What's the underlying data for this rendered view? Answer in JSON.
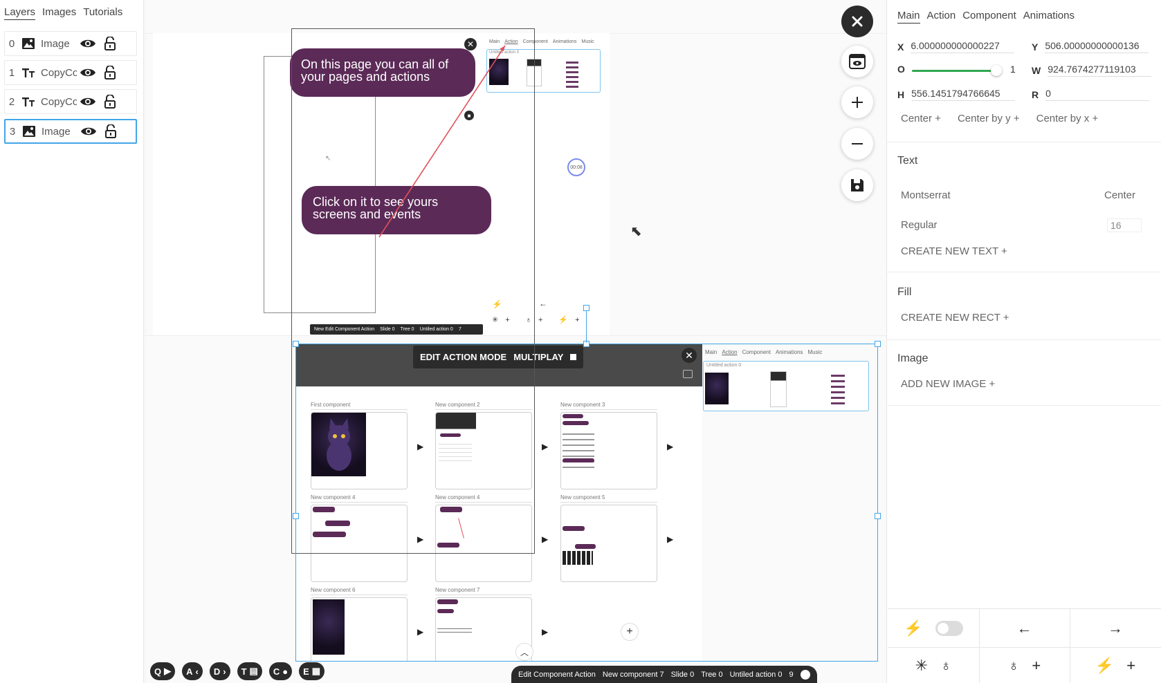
{
  "left_panel": {
    "tabs": [
      {
        "label": "Layers",
        "active": true
      },
      {
        "label": "Images",
        "active": false
      },
      {
        "label": "Tutorials",
        "active": false
      }
    ],
    "layers": [
      {
        "index": "0",
        "type_icon": "image-icon",
        "name": "Image",
        "selected": false
      },
      {
        "index": "1",
        "type_icon": "text-icon",
        "name": "CopyCo",
        "selected": false
      },
      {
        "index": "2",
        "type_icon": "text-icon",
        "name": "CopyCo",
        "selected": false
      },
      {
        "index": "3",
        "type_icon": "image-icon",
        "name": "Image",
        "selected": true
      }
    ]
  },
  "canvas": {
    "bubble_top": "On this page you can all of your pages and actions",
    "bubble_bottom": "Click on it to see yours screens and events",
    "timer": "00:08",
    "mini_tabs": [
      "Main",
      "Action",
      "Component",
      "Animations",
      "Music"
    ],
    "mini_action_label": "Untitled action 0",
    "mini_status": [
      "New Edit Component Action",
      "Slide 0",
      "Tree 0",
      "Untiled action 0",
      "7"
    ],
    "edit_mode_label": "EDIT ACTION MODE",
    "multiplay_label": "MULTIPLAY",
    "components": [
      {
        "title": "First component"
      },
      {
        "title": "New component 2"
      },
      {
        "title": "New component 3"
      },
      {
        "title": "New component 4"
      },
      {
        "title": "New component 4"
      },
      {
        "title": "New component 5"
      },
      {
        "title": "New component 6"
      },
      {
        "title": "New component 7"
      }
    ],
    "side_tabs": [
      "Main",
      "Action",
      "Component",
      "Animations",
      "Music"
    ],
    "side_action_label": "Untitled action 0"
  },
  "bottom_tools": [
    {
      "letter": "Q",
      "icon": "video-icon"
    },
    {
      "letter": "A",
      "icon": "chevron-left-icon"
    },
    {
      "letter": "D",
      "icon": "chevron-right-icon"
    },
    {
      "letter": "T",
      "icon": "text-box-icon"
    },
    {
      "letter": "C",
      "icon": "comment-icon"
    },
    {
      "letter": "E",
      "icon": "grid-icon"
    }
  ],
  "status_bar": {
    "action": "Edit Component Action",
    "component": "New component 7",
    "slide": "Slide 0",
    "tree": "Tree 0",
    "untitled": "Untiled action 0",
    "count": "9"
  },
  "right_panel": {
    "tabs": [
      {
        "label": "Main",
        "active": true
      },
      {
        "label": "Action",
        "active": false
      },
      {
        "label": "Component",
        "active": false
      },
      {
        "label": "Animations",
        "active": false
      }
    ],
    "x_label": "X",
    "x_value": "6.000000000000227",
    "y_label": "Y",
    "y_value": "506.00000000000136",
    "o_label": "O",
    "o_value": "1",
    "w_label": "W",
    "w_value": "924.7674277119103",
    "h_label": "H",
    "h_value": "556.1451794766645",
    "r_label": "R",
    "r_value": "0",
    "center_buttons": [
      "Center",
      "Center by y",
      "Center by x"
    ],
    "text_section": "Text",
    "font_family": "Montserrat",
    "text_align": "Center",
    "font_weight": "Regular",
    "font_size": "16",
    "create_text": "CREATE NEW TEXT",
    "fill_section": "Fill",
    "create_rect": "CREATE NEW RECT",
    "image_section": "Image",
    "add_image": "ADD NEW IMAGE"
  },
  "colors": {
    "accent": "#42a5e8",
    "bubble": "#5b2a57",
    "dark": "#2b2b2b",
    "slider": "#2fa84f"
  }
}
